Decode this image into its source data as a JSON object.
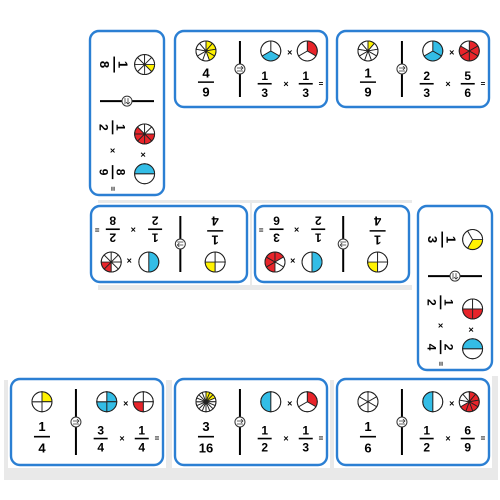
{
  "colors": {
    "border": "#2b7fd3",
    "red": "#e8242a",
    "blue": "#33bde6",
    "yellow": "#fff200",
    "ink": "#000000",
    "shade": "#e9e9e9"
  },
  "tiles": [
    {
      "id": "v-top",
      "orient": "vertical",
      "rot": 270,
      "left": {
        "pies": [
          {
            "n": 8,
            "f": [
              0,
              1,
              2,
              3,
              4
            ],
            "c": "red"
          },
          {
            "n": 2,
            "f": [
              1
            ],
            "c": "blue"
          }
        ],
        "eq": [
          "1",
          "2",
          "8",
          "9"
        ]
      },
      "right": {
        "pie": {
          "n": 8,
          "f": [
            0
          ],
          "c": "yellow"
        },
        "ans": [
          "1",
          "8"
        ]
      }
    },
    {
      "id": "h-top-1",
      "orient": "horizontal",
      "rot": 0,
      "left": {
        "pie": {
          "n": 9,
          "f": [
            0,
            1,
            2,
            3
          ],
          "c": "yellow"
        },
        "ans": [
          "4",
          "9"
        ]
      },
      "right": {
        "pies": [
          {
            "n": 3,
            "f": [
              1
            ],
            "c": "blue"
          },
          {
            "n": 3,
            "f": [
              0
            ],
            "c": "red"
          }
        ],
        "eq": [
          "1",
          "3",
          "1",
          "3"
        ]
      }
    },
    {
      "id": "h-top-2",
      "orient": "horizontal",
      "rot": 0,
      "left": {
        "pie": {
          "n": 9,
          "f": [
            0
          ],
          "c": "yellow"
        },
        "ans": [
          "1",
          "9"
        ]
      },
      "right": {
        "pies": [
          {
            "n": 3,
            "f": [
              0,
              1
            ],
            "c": "blue"
          },
          {
            "n": 6,
            "f": [
              0,
              1,
              2,
              3,
              4
            ],
            "c": "red"
          }
        ],
        "eq": [
          "2",
          "3",
          "5",
          "6"
        ]
      }
    },
    {
      "id": "h-mid-1",
      "orient": "horizontal",
      "rot": 180,
      "left": {
        "pie": {
          "n": 4,
          "f": [
            0
          ],
          "c": "yellow"
        },
        "ans": [
          "1",
          "4"
        ]
      },
      "right": {
        "pies": [
          {
            "n": 2,
            "f": [
              1
            ],
            "c": "blue"
          },
          {
            "n": 8,
            "f": [
              0,
              1
            ],
            "c": "red"
          }
        ],
        "eq": [
          "1",
          "2",
          "2",
          "8"
        ]
      }
    },
    {
      "id": "h-mid-2",
      "orient": "horizontal",
      "rot": 180,
      "left": {
        "pie": {
          "n": 4,
          "f": [
            0
          ],
          "c": "yellow"
        },
        "ans": [
          "1",
          "4"
        ]
      },
      "right": {
        "pies": [
          {
            "n": 2,
            "f": [
              1
            ],
            "c": "blue"
          },
          {
            "n": 6,
            "f": [
              0,
              1,
              2,
              3
            ],
            "c": "red"
          }
        ],
        "eq": [
          "1",
          "2",
          "3",
          "6"
        ]
      }
    },
    {
      "id": "v-right",
      "orient": "vertical",
      "rot": 270,
      "left": {
        "pies": [
          {
            "n": 4,
            "f": [
              0,
              1
            ],
            "c": "red"
          },
          {
            "n": 2,
            "f": [
              1
            ],
            "c": "blue"
          }
        ],
        "eq": [
          "1",
          "2",
          "2",
          "4"
        ]
      },
      "right": {
        "pie": {
          "n": 3,
          "f": [
            0
          ],
          "c": "yellow"
        },
        "ans": [
          "1",
          "3"
        ]
      }
    },
    {
      "id": "h-bot-1",
      "orient": "horizontal",
      "rot": 0,
      "left": {
        "pie": {
          "n": 4,
          "f": [
            0
          ],
          "c": "yellow"
        },
        "ans": [
          "1",
          "4"
        ]
      },
      "right": {
        "pies": [
          {
            "n": 4,
            "f": [
              0,
              1,
              2
            ],
            "c": "blue"
          },
          {
            "n": 4,
            "f": [
              2
            ],
            "c": "red"
          }
        ],
        "eq": [
          "3",
          "4",
          "1",
          "4"
        ]
      }
    },
    {
      "id": "h-bot-2",
      "orient": "horizontal",
      "rot": 0,
      "left": {
        "pie": {
          "n": 16,
          "f": [
            0,
            1,
            2
          ],
          "c": "yellow"
        },
        "ans": [
          "3",
          "16"
        ]
      },
      "right": {
        "pies": [
          {
            "n": 2,
            "f": [
              1
            ],
            "c": "blue"
          },
          {
            "n": 3,
            "f": [
              0
            ],
            "c": "red"
          }
        ],
        "eq": [
          "1",
          "2",
          "1",
          "3"
        ]
      }
    },
    {
      "id": "h-bot-3",
      "orient": "horizontal",
      "rot": 0,
      "left": {
        "pie": {
          "n": 6,
          "f": [],
          "c": "yellow"
        },
        "ans": [
          "1",
          "6"
        ]
      },
      "right": {
        "pies": [
          {
            "n": 2,
            "f": [
              1
            ],
            "c": "blue"
          },
          {
            "n": 9,
            "f": [
              0,
              1,
              2,
              3,
              4,
              5
            ],
            "c": "red"
          }
        ],
        "eq": [
          "1",
          "2",
          "6",
          "9"
        ]
      }
    }
  ]
}
